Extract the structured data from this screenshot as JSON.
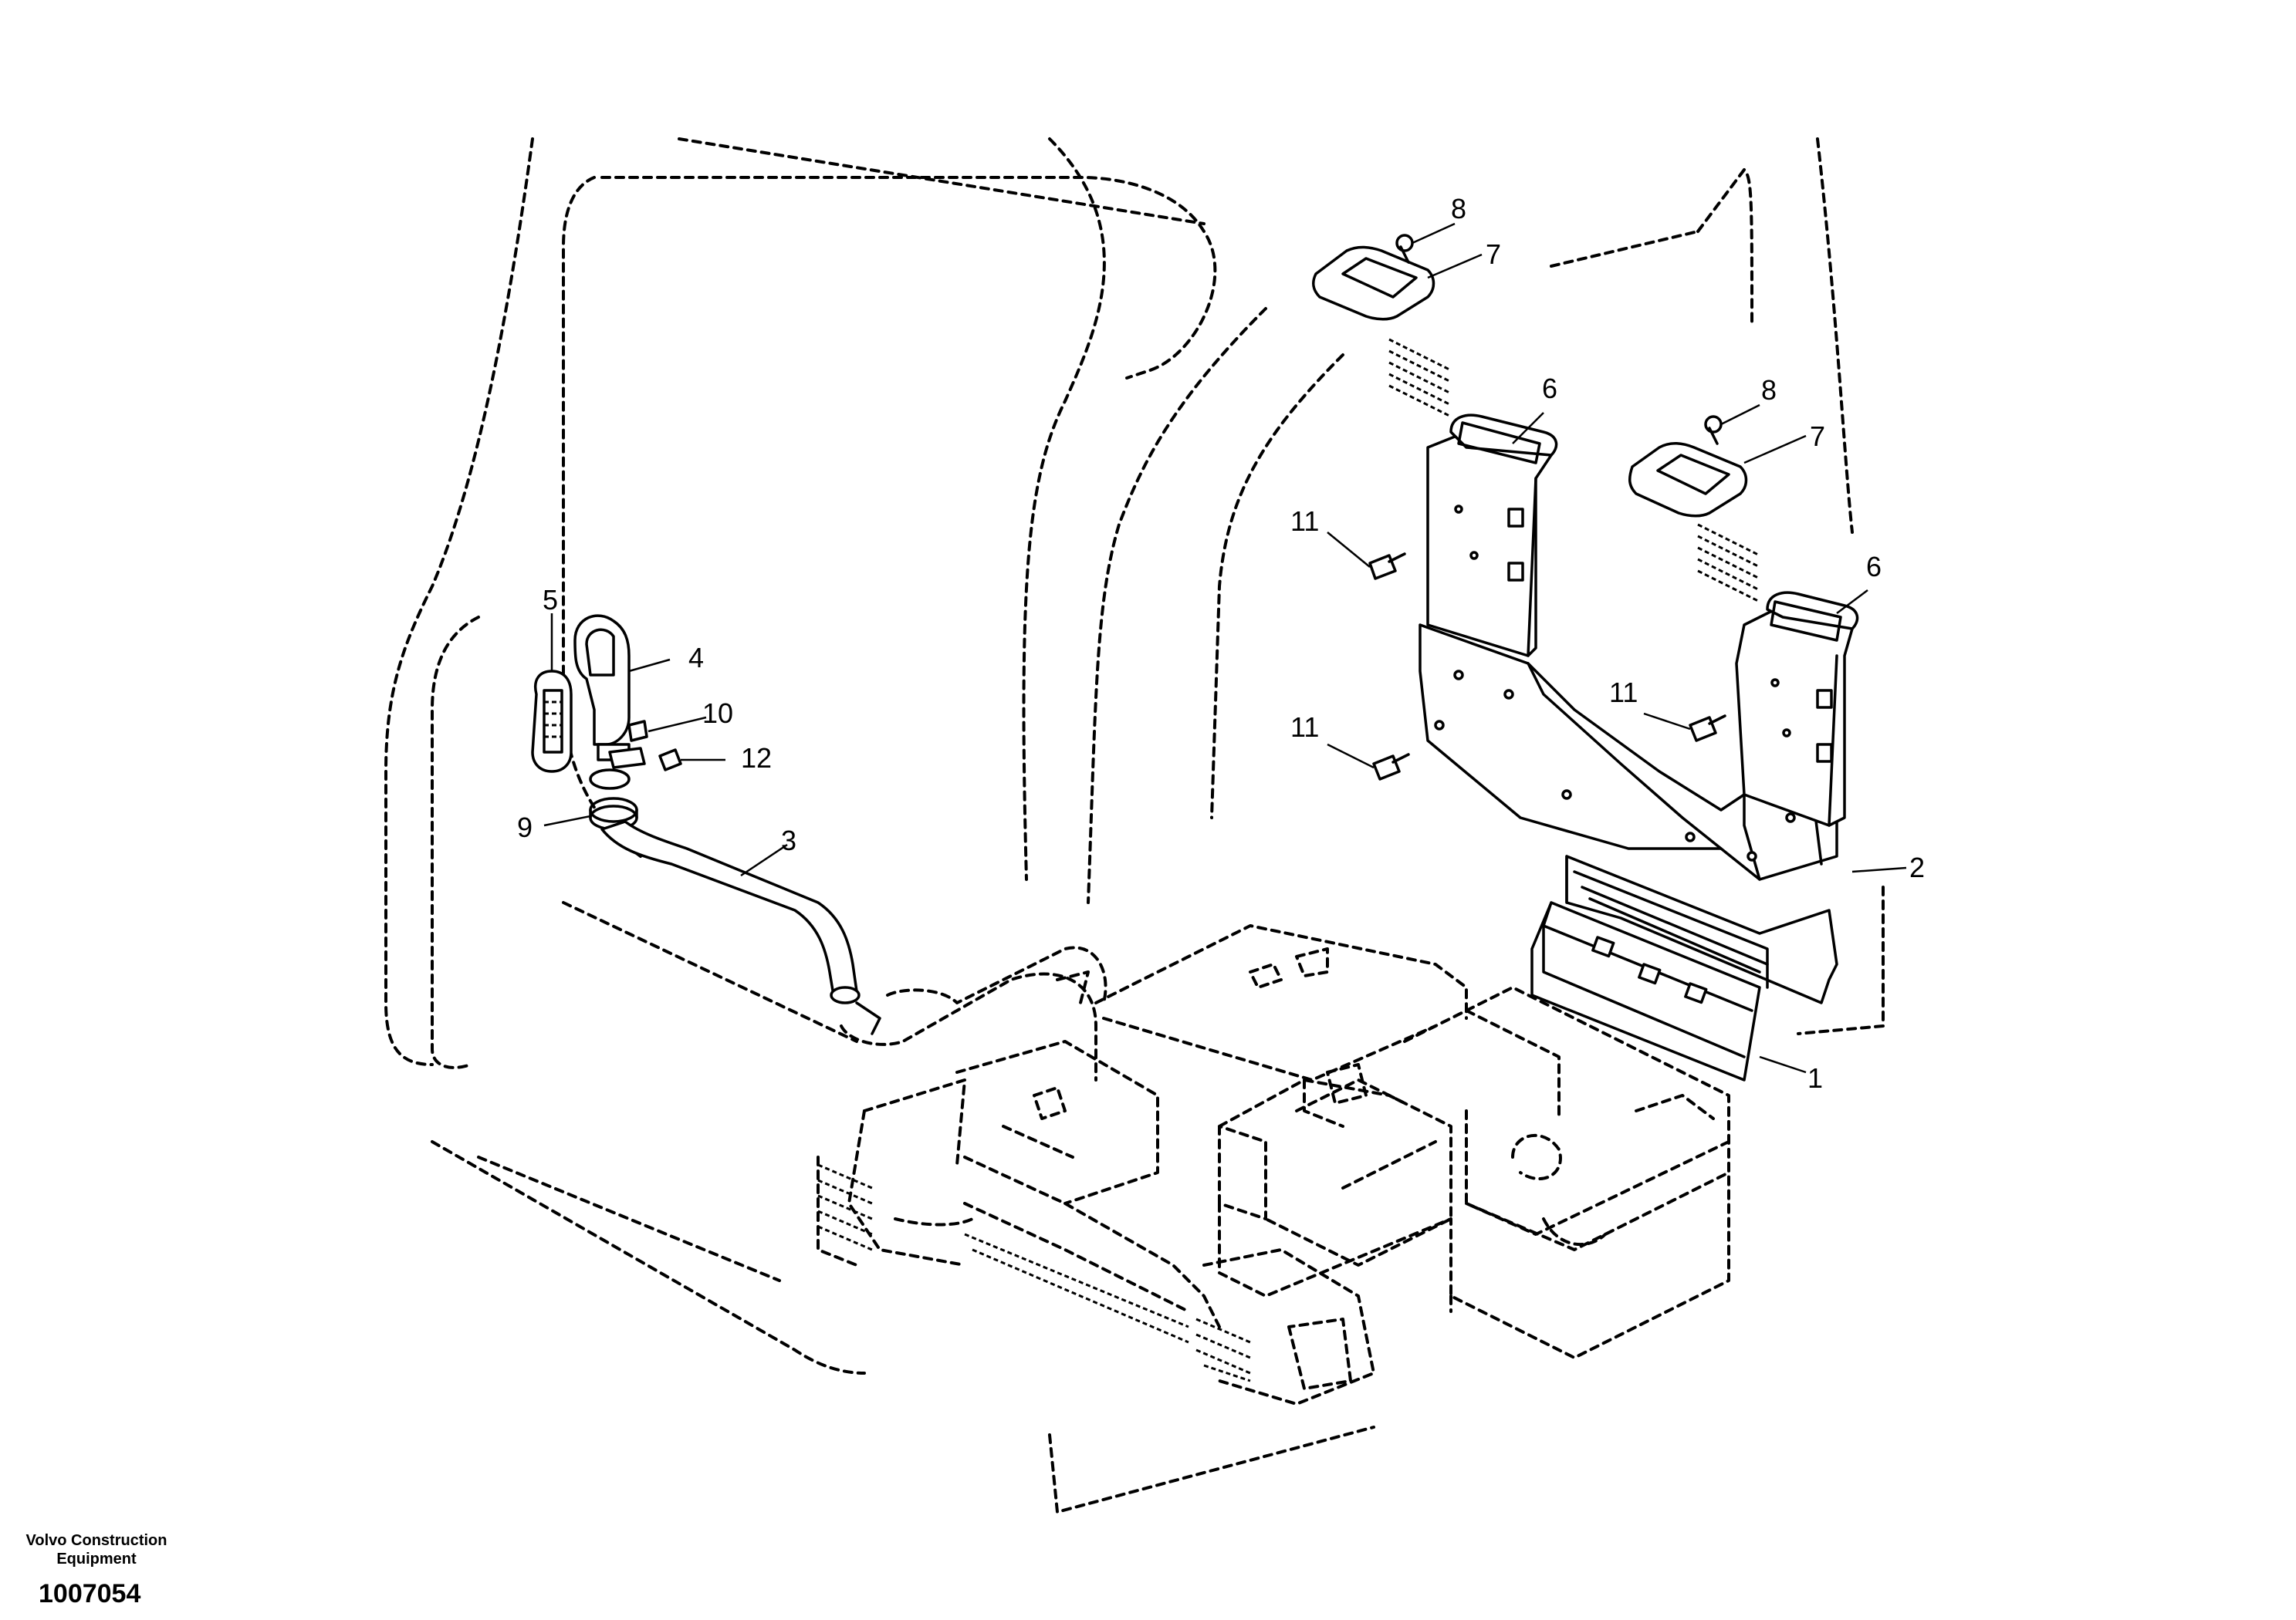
{
  "footer": {
    "brand_line1": "Volvo Construction",
    "brand_line2": "Equipment",
    "doc_number": "1007054"
  },
  "callouts": {
    "c1": "1",
    "c2": "2",
    "c3": "3",
    "c4": "4",
    "c5": "5",
    "c6a": "6",
    "c6b": "6",
    "c7a": "7",
    "c7b": "7",
    "c8a": "8",
    "c8b": "8",
    "c9": "9",
    "c10": "10",
    "c11a": "11",
    "c11b": "11",
    "c11c": "11",
    "c12": "12"
  }
}
